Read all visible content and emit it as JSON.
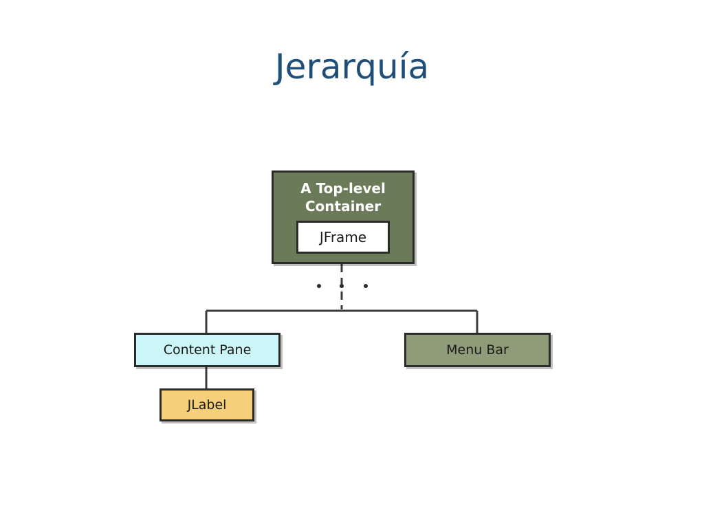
{
  "slide": {
    "title": "Jerarquía"
  },
  "diagram": {
    "top_container": {
      "label": "A Top-level\nContainer",
      "child_label": "JFrame",
      "color": "#6b7a59"
    },
    "content_pane": {
      "label": "Content Pane",
      "color": "#ccf5f7"
    },
    "menu_bar": {
      "label": "Menu Bar",
      "color": "#8f9c7a"
    },
    "jlabel": {
      "label": "JLabel",
      "color": "#f5cf7a"
    },
    "ellipsis": "• • •"
  }
}
